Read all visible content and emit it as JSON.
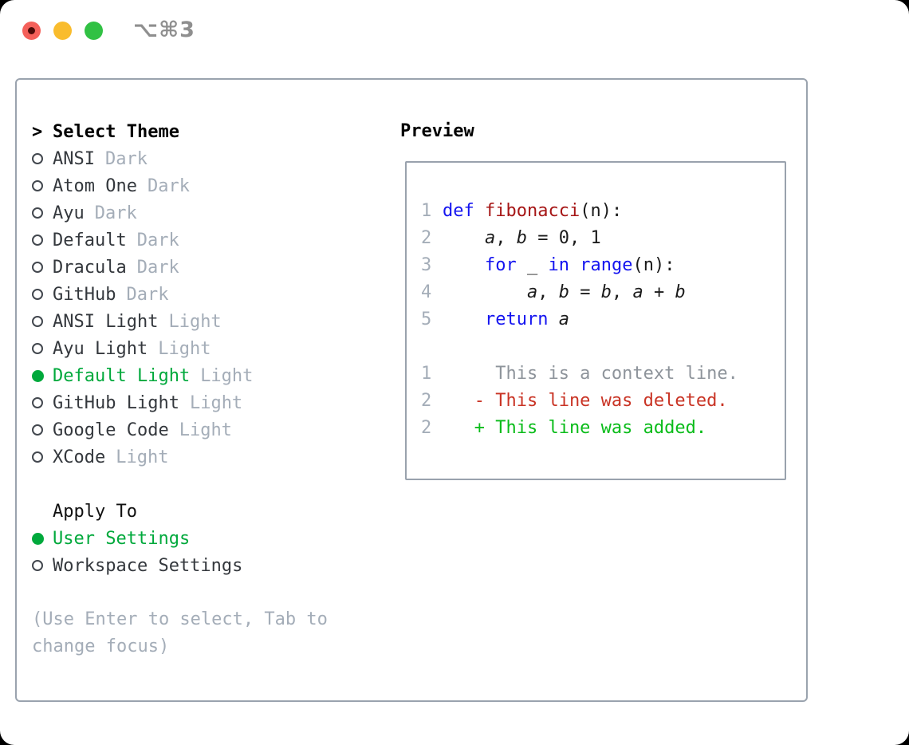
{
  "titlebar": {
    "shortcut": "⌥⌘3"
  },
  "theme_panel": {
    "title": "Select Theme",
    "cursor": ">",
    "items": [
      {
        "name": "ANSI",
        "variant": "Dark",
        "selected": false
      },
      {
        "name": "Atom One",
        "variant": "Dark",
        "selected": false
      },
      {
        "name": "Ayu",
        "variant": "Dark",
        "selected": false
      },
      {
        "name": "Default",
        "variant": "Dark",
        "selected": false
      },
      {
        "name": "Dracula",
        "variant": "Dark",
        "selected": false
      },
      {
        "name": "GitHub",
        "variant": "Dark",
        "selected": false
      },
      {
        "name": "ANSI Light",
        "variant": "Light",
        "selected": false
      },
      {
        "name": "Ayu Light",
        "variant": "Light",
        "selected": false
      },
      {
        "name": "Default Light",
        "variant": "Light",
        "selected": true
      },
      {
        "name": "GitHub Light",
        "variant": "Light",
        "selected": false
      },
      {
        "name": "Google Code",
        "variant": "Light",
        "selected": false
      },
      {
        "name": "XCode",
        "variant": "Light",
        "selected": false
      }
    ],
    "apply_to": {
      "title": "Apply To",
      "options": [
        {
          "label": "User Settings",
          "selected": true
        },
        {
          "label": "Workspace Settings",
          "selected": false
        }
      ]
    },
    "hint": "(Use Enter to select, Tab to change focus)"
  },
  "preview": {
    "title": "Preview",
    "code_lines": [
      {
        "num": "1",
        "tokens": [
          [
            "def",
            "kw"
          ],
          [
            " ",
            ""
          ],
          [
            "fibonacci",
            "fn"
          ],
          [
            "(n):",
            ""
          ]
        ]
      },
      {
        "num": "2",
        "tokens": [
          [
            "    ",
            ""
          ],
          [
            "a",
            "var"
          ],
          [
            ", ",
            ""
          ],
          [
            "b",
            "var"
          ],
          [
            " = 0, 1",
            ""
          ]
        ]
      },
      {
        "num": "3",
        "tokens": [
          [
            "    ",
            ""
          ],
          [
            "for",
            "kw"
          ],
          [
            " _ ",
            ""
          ],
          [
            "in",
            "kw"
          ],
          [
            " ",
            ""
          ],
          [
            "range",
            "kw"
          ],
          [
            "(n):",
            ""
          ]
        ]
      },
      {
        "num": "4",
        "tokens": [
          [
            "        ",
            ""
          ],
          [
            "a",
            "var"
          ],
          [
            ", ",
            ""
          ],
          [
            "b",
            "var"
          ],
          [
            " = ",
            ""
          ],
          [
            "b",
            "var"
          ],
          [
            ", ",
            ""
          ],
          [
            "a",
            "var"
          ],
          [
            " + ",
            ""
          ],
          [
            "b",
            "var"
          ]
        ]
      },
      {
        "num": "5",
        "tokens": [
          [
            "    ",
            ""
          ],
          [
            "return",
            "kw"
          ],
          [
            " ",
            ""
          ],
          [
            "a",
            "var"
          ]
        ]
      }
    ],
    "diff_lines": [
      {
        "num": "1",
        "kind": "ctx",
        "text": "     This is a context line."
      },
      {
        "num": "2",
        "kind": "del",
        "text": "   - This line was deleted."
      },
      {
        "num": "2",
        "kind": "add",
        "text": "   + This line was added."
      }
    ]
  },
  "colors": {
    "selected_green": "#00a93c",
    "diff_added_green": "#0abc1a",
    "diff_deleted_red": "#c93425",
    "keyword_blue": "#1414f0",
    "function_red": "#a61616",
    "muted_gray": "#a4adb8",
    "context_gray": "#8e949b",
    "panel_border": "#9aa3ae"
  }
}
